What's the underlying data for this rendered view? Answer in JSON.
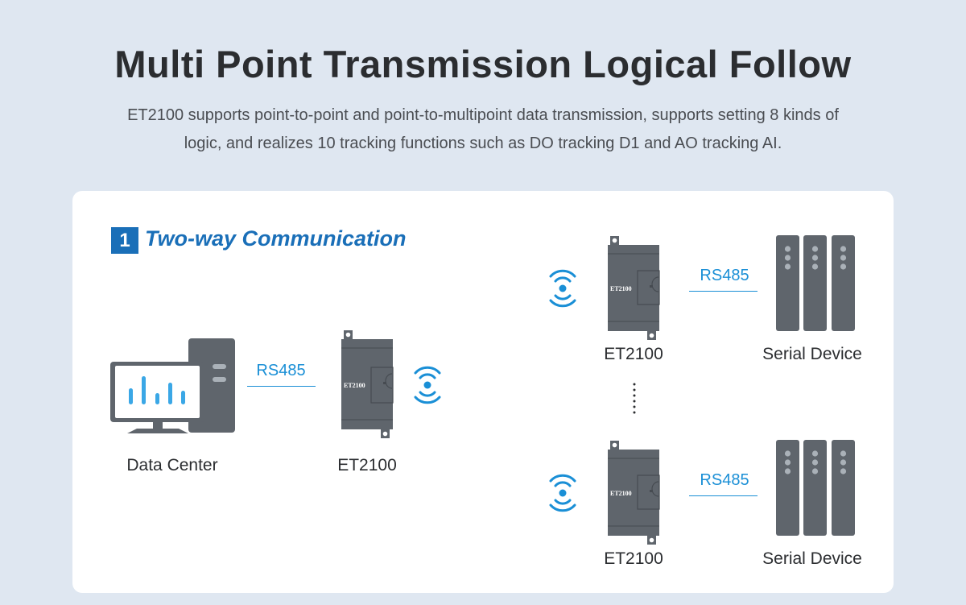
{
  "header": {
    "title": "Multi Point Transmission Logical Follow",
    "subtitle": "ET2100 supports point-to-point and point-to-multipoint data transmission, supports setting 8 kinds of logic, and realizes 10 tracking functions such as DO tracking D1 and AO tracking AI."
  },
  "section": {
    "number": "1",
    "title": "Two-way Communication"
  },
  "diagram": {
    "left": {
      "data_center_label": "Data Center",
      "link_label": "RS485",
      "device_label": "ET2100",
      "device_text": "ET2100"
    },
    "right_top": {
      "device_label": "ET2100",
      "device_text": "ET2100",
      "link_label": "RS485",
      "serial_label": "Serial Device"
    },
    "right_bottom": {
      "device_label": "ET2100",
      "device_text": "ET2100",
      "link_label": "RS485",
      "serial_label": "Serial Device"
    }
  },
  "colors": {
    "accent": "#1a8fd6",
    "brand": "#1a6fb8",
    "device": "#5f656c",
    "background": "#dfe7f1"
  }
}
